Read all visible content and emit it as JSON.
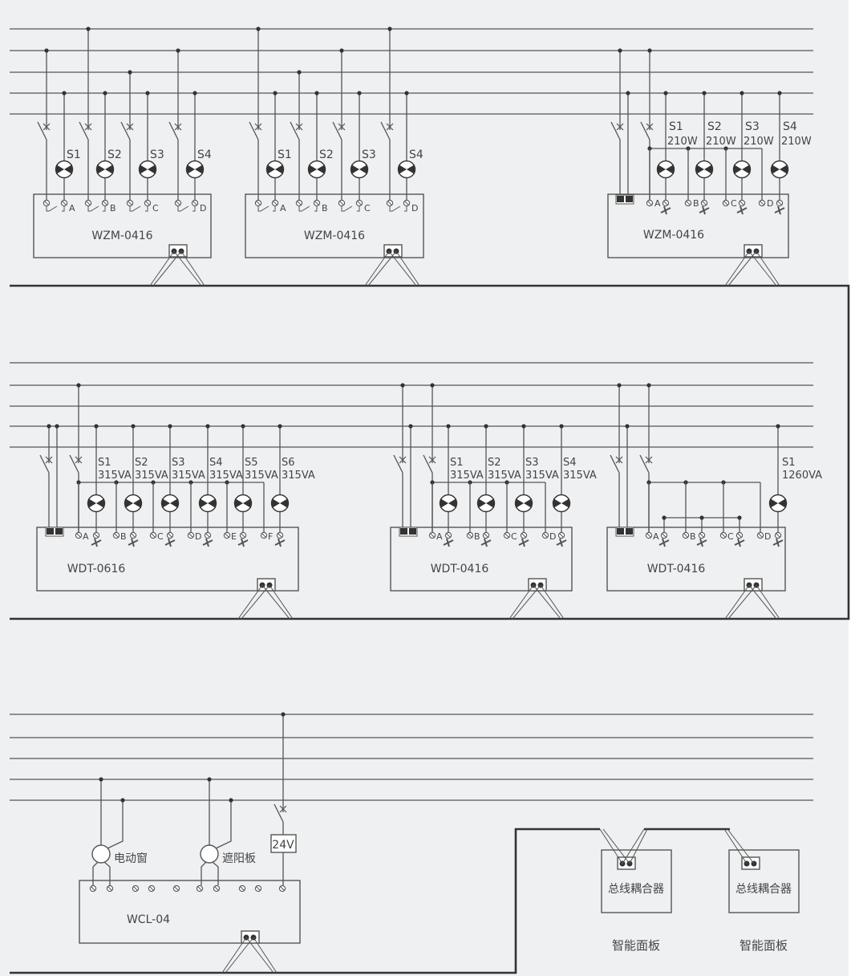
{
  "colors": {
    "background": "#eef0f1",
    "line": "#555555",
    "bus_cable": "#333333",
    "text": "#444444"
  },
  "section1": {
    "modules": [
      {
        "name": "WZM-0416",
        "type": "relay",
        "lamps": [
          "S1",
          "S2",
          "S3",
          "S4"
        ],
        "letters": [
          "A",
          "B",
          "C",
          "D"
        ]
      },
      {
        "name": "WZM-0416",
        "type": "relay",
        "lamps": [
          "S1",
          "S2",
          "S3",
          "S4"
        ],
        "letters": [
          "A",
          "B",
          "C",
          "D"
        ]
      },
      {
        "name": "WZM-0416",
        "type": "dimmer",
        "lamps": [
          "S1",
          "S2",
          "S3",
          "S4"
        ],
        "ratings": [
          "210W",
          "210W",
          "210W",
          "210W"
        ],
        "letters": [
          "A",
          "B",
          "C",
          "D"
        ]
      }
    ]
  },
  "section2": {
    "modules": [
      {
        "name": "WDT-0616",
        "lamps": [
          "S1",
          "S2",
          "S3",
          "S4",
          "S5",
          "S6"
        ],
        "ratings": [
          "315VA",
          "315VA",
          "315VA",
          "315VA",
          "315VA",
          "315VA"
        ],
        "letters": [
          "A",
          "B",
          "C",
          "D",
          "E",
          "F"
        ]
      },
      {
        "name": "WDT-0416",
        "lamps": [
          "S1",
          "S2",
          "S3",
          "S4"
        ],
        "ratings": [
          "315VA",
          "315VA",
          "315VA",
          "315VA"
        ],
        "letters": [
          "A",
          "B",
          "C",
          "D"
        ]
      },
      {
        "name": "WDT-0416",
        "lamps": [
          "S1"
        ],
        "ratings": [
          "1260VA"
        ],
        "letters": [
          "A",
          "B",
          "C",
          "D"
        ]
      }
    ]
  },
  "section3": {
    "curtain_module": {
      "name": "WCL-04",
      "motor1": "电动窗",
      "motor2": "遮阳板",
      "supply": "24V"
    },
    "couplers": [
      {
        "label": "总线耦合器",
        "caption": "智能面板"
      },
      {
        "label": "总线耦合器",
        "caption": "智能面板"
      }
    ]
  }
}
